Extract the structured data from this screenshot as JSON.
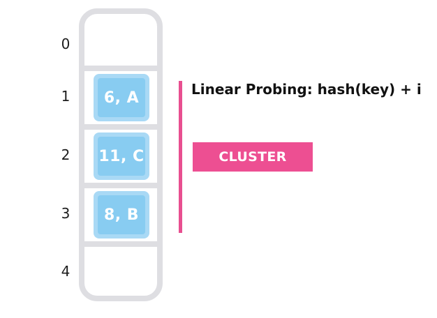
{
  "indices": [
    "0",
    "1",
    "2",
    "3",
    "4"
  ],
  "entries": [
    {
      "slot": 1,
      "label": "6, A"
    },
    {
      "slot": 2,
      "label": "11, C"
    },
    {
      "slot": 3,
      "label": "8, B"
    }
  ],
  "annotation": {
    "probing_text": "Linear Probing:  hash(key) + i",
    "cluster_label": "CLUSTER"
  },
  "colors": {
    "table_outline": "#dedee2",
    "entry_fill": "#88ccf1",
    "entry_border": "#a9d9f5",
    "accent": "#e84f90"
  }
}
